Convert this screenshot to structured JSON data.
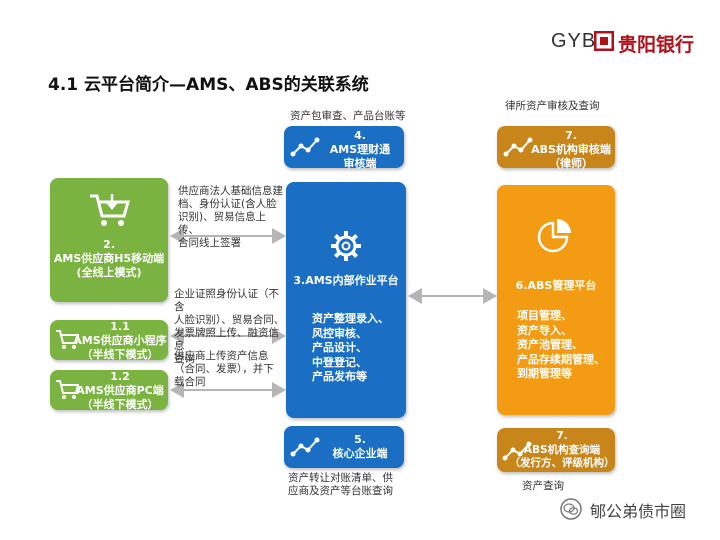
{
  "header": {
    "logo_text": "GYB",
    "bank_name": "贵阳银行",
    "title": "4.1 云平台简介—AMS、ABS的关联系统"
  },
  "labels": {
    "top_review": "资产包审查、产品台账等",
    "lawyer_review": "律所资产审核及查询",
    "supplier_info": [
      "供应商法人基础信息建",
      "档、身份认证(含人脸",
      "识别)、贸易信息上传、",
      "合同线上签署"
    ],
    "enterprise_cert": [
      "企业证照身份认证（不含",
      "人脸识别）、贸易合同、",
      "发票牌照上传、融资信息",
      "查询"
    ],
    "supplier_upload": [
      "供应商上传资产信息",
      "（合同、发票），并下",
      "载合同"
    ],
    "core_transfer": [
      "资产转让对账清单、供",
      "应商及资产等台账查询"
    ],
    "asset_query": "资产查询"
  },
  "nodes": {
    "ams_finance": {
      "num": "4.",
      "lines": [
        "AMS理财通",
        "审核端"
      ]
    },
    "abs_audit": {
      "num": "7.",
      "lines": [
        "ABS机构审核端",
        "（律师）"
      ]
    },
    "h5": {
      "num": "2.",
      "lines": [
        "AMS供应商H5移动端",
        "(全线上模式)"
      ]
    },
    "mini": {
      "num": "1.1",
      "lines": [
        "AMS供应商小程序",
        "（半线下模式）"
      ]
    },
    "pc": {
      "num": "1.2",
      "lines": [
        "AMS供应商PC端",
        "（半线下模式）"
      ]
    },
    "ams_internal": {
      "title": "3.AMS内部作业平台",
      "items": [
        "资产整理录入、",
        "风控审核、",
        "产品设计、",
        "中登登记、",
        "产品发布等"
      ]
    },
    "abs_mgmt": {
      "title": "6.ABS管理平台",
      "items": [
        "项目管理、",
        "资产导入、",
        "资产池管理、",
        "产品存续期管理、",
        "到期管理等"
      ]
    },
    "core": {
      "num": "5.",
      "lines": [
        "核心企业端"
      ]
    },
    "abs_query": {
      "num": "7.",
      "lines": [
        "ABS机构查询端",
        "（发行方、评级机构）"
      ]
    }
  },
  "watermark": "郇公弟债市圈",
  "colors": {
    "blue": "#1a6fc4",
    "green": "#7ab340",
    "orange": "#f39b12",
    "gold": "#c8851a",
    "brand_red": "#b0121b"
  }
}
